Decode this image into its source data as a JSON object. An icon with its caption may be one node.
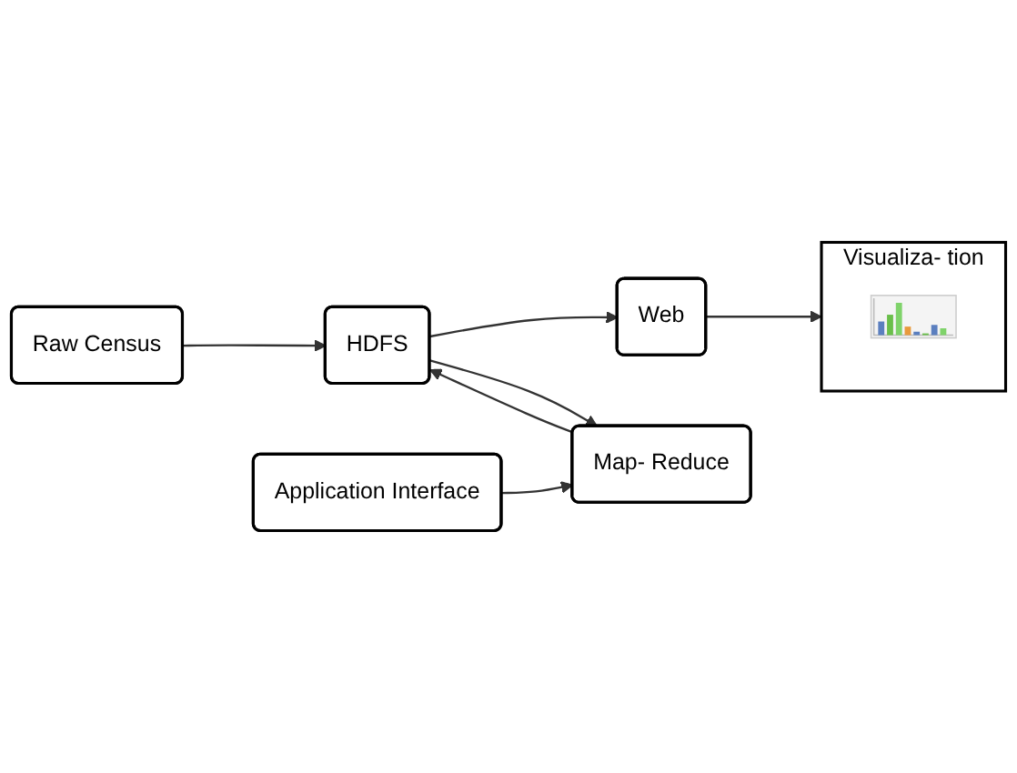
{
  "diagram": {
    "nodes": [
      {
        "text": [
          "Raw Census"
        ]
      },
      {
        "text": [
          "HDFS"
        ]
      },
      {
        "text": [
          "Web"
        ]
      },
      {
        "text": [
          "Map- Reduce"
        ]
      },
      {
        "text": [
          "Visualiza- tion"
        ]
      },
      {
        "text": [],
        "shape": "picture",
        "in": 4
      },
      {
        "text": [
          "Application Interface"
        ]
      }
    ],
    "edges": [
      {
        "from": 0,
        "to": 1,
        "arrow": "to"
      },
      {
        "from": 1,
        "to": 2,
        "arrow": "to"
      },
      {
        "from": 1,
        "to": 3,
        "arrow": "to"
      },
      {
        "from": 3,
        "to": 1,
        "arrow": "to"
      },
      {
        "from": 2,
        "to": 4,
        "arrow": "to"
      },
      {
        "from": 6,
        "to": 3,
        "arrow": "to"
      }
    ]
  }
}
